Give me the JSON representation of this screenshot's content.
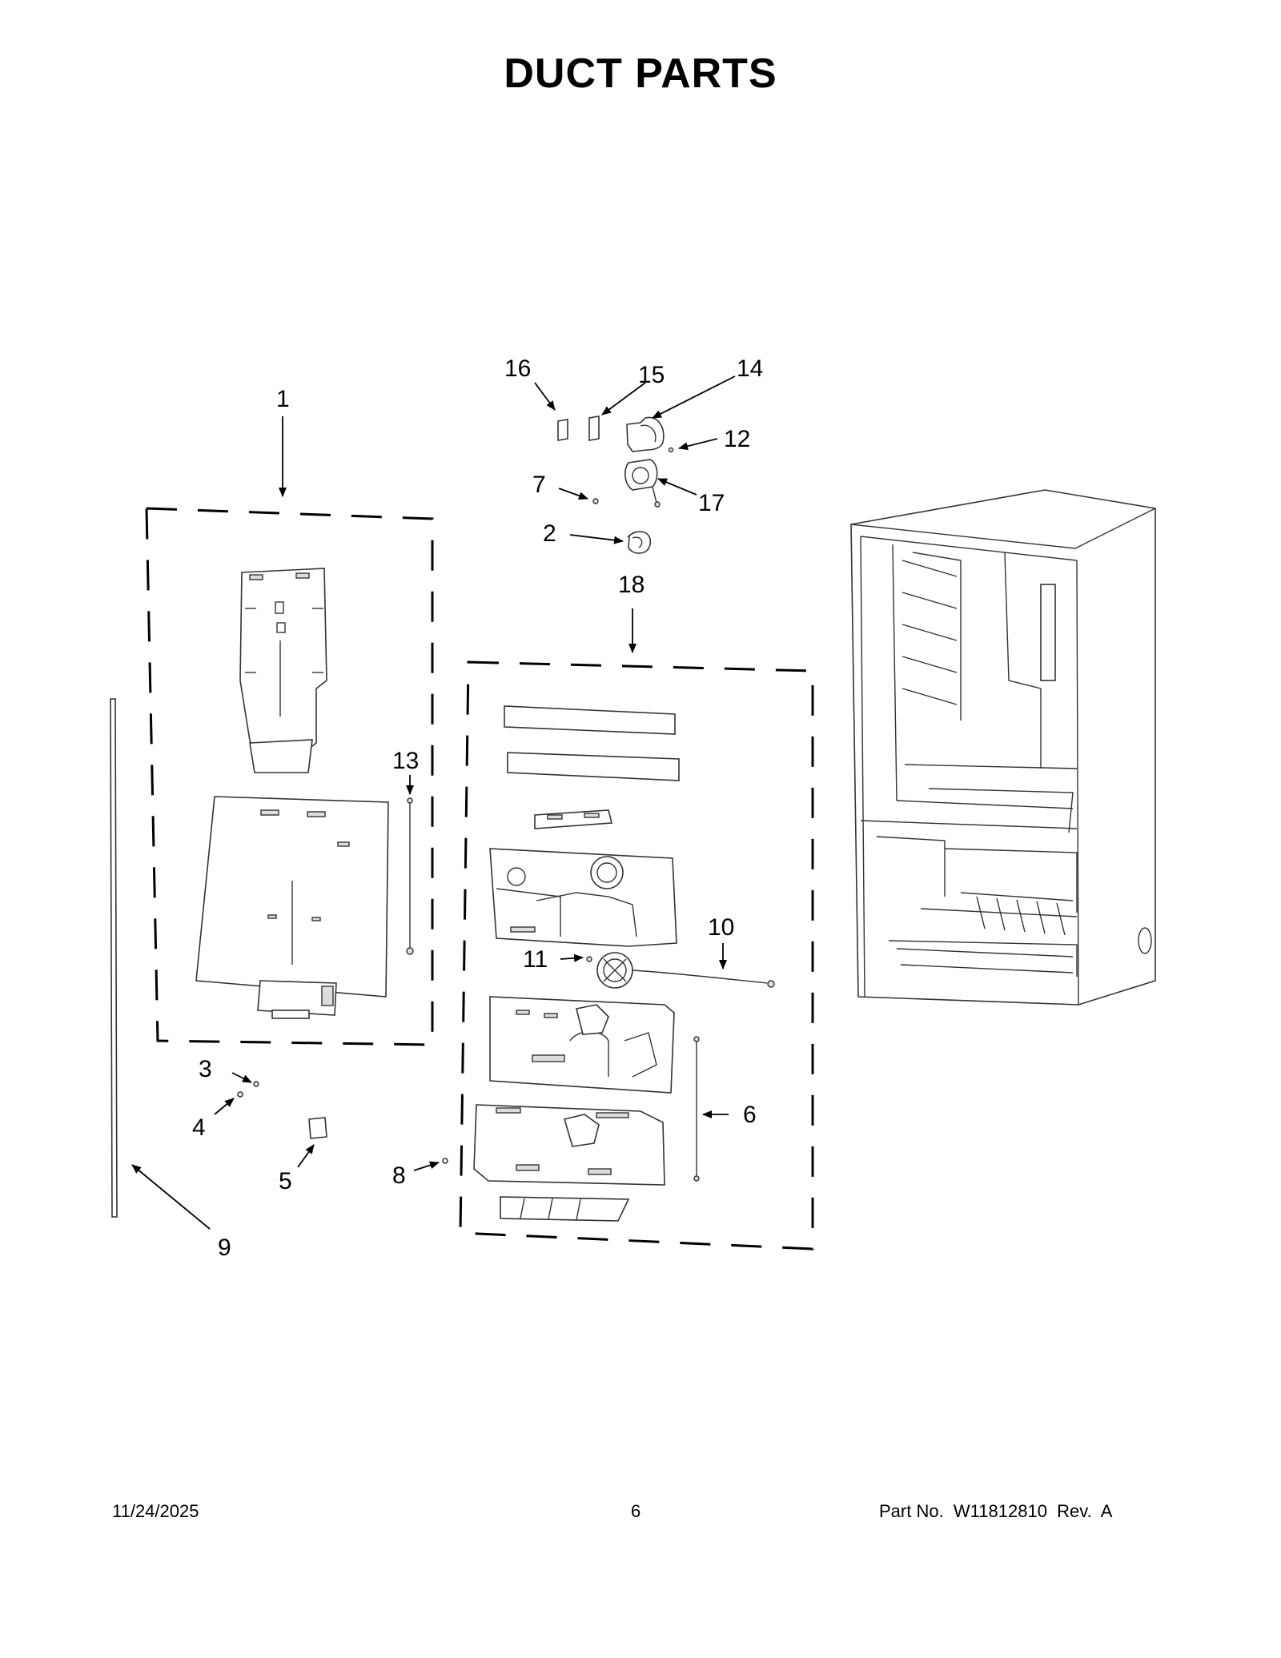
{
  "title": "DUCT PARTS",
  "callouts": [
    {
      "id": "1",
      "label": "1"
    },
    {
      "id": "2",
      "label": "2"
    },
    {
      "id": "3",
      "label": "3"
    },
    {
      "id": "4",
      "label": "4"
    },
    {
      "id": "5",
      "label": "5"
    },
    {
      "id": "6",
      "label": "6"
    },
    {
      "id": "7",
      "label": "7"
    },
    {
      "id": "8",
      "label": "8"
    },
    {
      "id": "9",
      "label": "9"
    },
    {
      "id": "10",
      "label": "10"
    },
    {
      "id": "11",
      "label": "11"
    },
    {
      "id": "12",
      "label": "12"
    },
    {
      "id": "13",
      "label": "13"
    },
    {
      "id": "14",
      "label": "14"
    },
    {
      "id": "15",
      "label": "15"
    },
    {
      "id": "16",
      "label": "16"
    },
    {
      "id": "17",
      "label": "17"
    },
    {
      "id": "18",
      "label": "18"
    }
  ],
  "footer": {
    "date": "11/24/2025",
    "page": "6",
    "part_no": "Part No.  W11812810  Rev.  A"
  }
}
